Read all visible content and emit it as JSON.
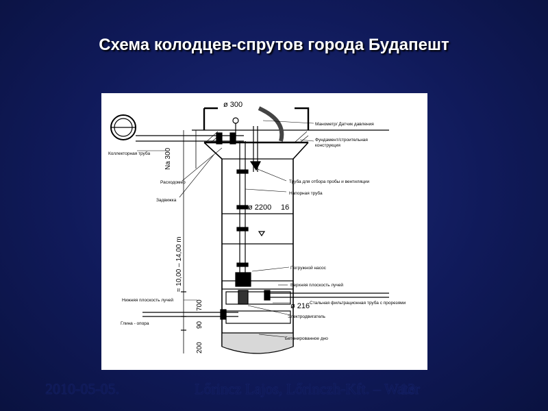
{
  "slide": {
    "title": "Схема колодцев-спрутов города Будапешт"
  },
  "diagram": {
    "labels": {
      "diameter_top": "ø 300",
      "manometer": "Манометр/ Датчик давления",
      "foundation_line1": "Фундамент/строительная",
      "foundation_line2": "конструкция",
      "collector_pipe": "Коллекторная труба",
      "na300": "Na 300",
      "flowmeter": "Расходомер",
      "sample_pipe": "Труба для отбора пробы и вентиляции",
      "valve": "Задвижка",
      "pressure_pipe": "Напорная труба",
      "diameter_well": "ø 2200",
      "wall_thickness": "16",
      "depth_range": "≈ 10,00 – 14,00 m",
      "submersible_pump": "Погружной насос",
      "upper_plane": "Верхняя плоскость лучей",
      "lower_plane": "Нижняя плоскость лучей",
      "steel_filter_pipe": "Стальная фильтрационная труба с прорезями",
      "diameter_ray": "ø 216",
      "dim_700": "700",
      "clay_support": "Глина - опора",
      "motor": "Электродвигатель",
      "dim_90": "90",
      "dim_200": "200",
      "concrete_bottom": "Бетонированное дно"
    }
  },
  "footer": {
    "date": "2010-05-05.",
    "author": "Lőrincz Lajos, Lőrinczh-Kft. – Water",
    "page": "13"
  }
}
